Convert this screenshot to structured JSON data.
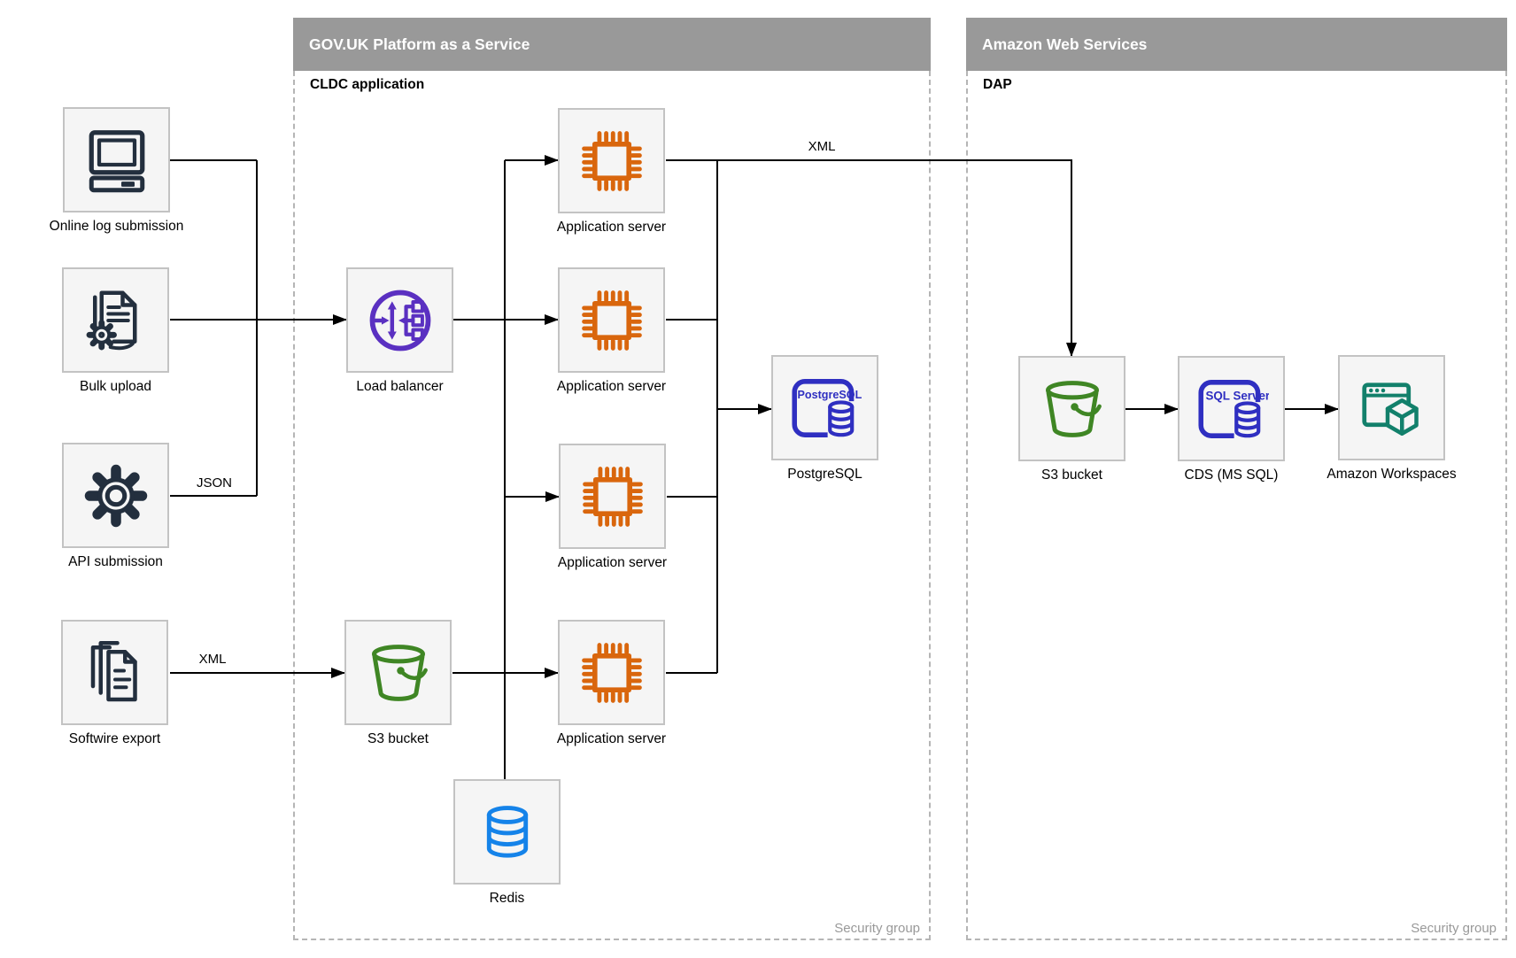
{
  "govuk_container": {
    "title": "GOV.UK Platform as a Service",
    "sublabel": "CLDC application",
    "footer": "Security group"
  },
  "aws_container": {
    "title": "Amazon Web Services",
    "sublabel": "DAP",
    "footer": "Security group"
  },
  "nodes": {
    "online_log": {
      "label": "Online log submission"
    },
    "bulk_upload": {
      "label": "Bulk upload"
    },
    "api_submission": {
      "label": "API submission"
    },
    "softwire_export": {
      "label": "Softwire export"
    },
    "load_balancer": {
      "label": "Load balancer"
    },
    "app_server_1": {
      "label": "Application server"
    },
    "app_server_2": {
      "label": "Application server"
    },
    "app_server_3": {
      "label": "Application server"
    },
    "app_server_4": {
      "label": "Application server"
    },
    "postgresql": {
      "label": "PostgreSQL",
      "icon_text": "PostgreSQL"
    },
    "s3_govuk": {
      "label": "S3 bucket"
    },
    "redis": {
      "label": "Redis"
    },
    "s3_aws": {
      "label": "S3 bucket"
    },
    "cds": {
      "label": "CDS (MS SQL)",
      "icon_text": "SQL Server"
    },
    "workspaces": {
      "label": "Amazon Workspaces"
    }
  },
  "edge_labels": {
    "json": "JSON",
    "xml_softwire": "XML",
    "xml_app": "XML"
  },
  "colors": {
    "header_gray": "#999999",
    "node_fill": "#f5f5f5",
    "node_border": "#c3c3c3",
    "dark_icon": "#232f3e",
    "orange": "#d9660d",
    "purple": "#5a30c1",
    "green": "#3f8624",
    "indigo": "#2f2fc1",
    "redis_blue": "#1583e9",
    "teal": "#12806b",
    "edge_black": "#000000",
    "dashed_border": "#b5b5b5",
    "muted_text": "#999999"
  }
}
